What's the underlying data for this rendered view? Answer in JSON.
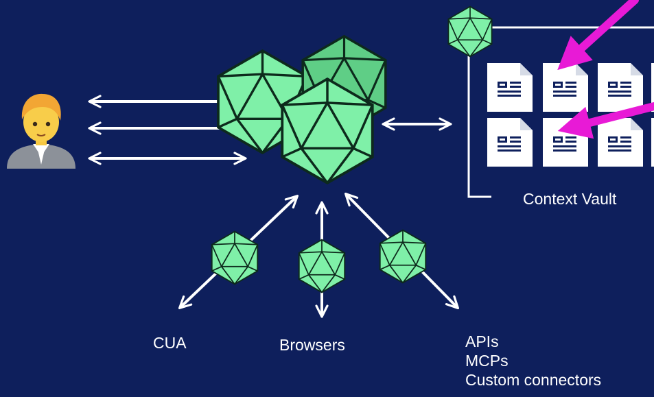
{
  "colors": {
    "background": "#0e1f5c",
    "node_fill": "#7ff0a8",
    "node_fill_dark": "#5fce86",
    "node_stroke": "#0d2a1c",
    "arrow": "#ffffff",
    "highlight_arrow": "#e81ad6",
    "doc_fill": "#ffffff"
  },
  "icons": {
    "user": "person-office-worker-icon",
    "agent": "icosahedron-icon",
    "document": "document-icon"
  },
  "vault": {
    "label": "Context Vault"
  },
  "connectors": {
    "cua": "CUA",
    "browsers": "Browsers",
    "apis": [
      "APIs",
      "MCPs",
      "Custom connectors"
    ]
  }
}
